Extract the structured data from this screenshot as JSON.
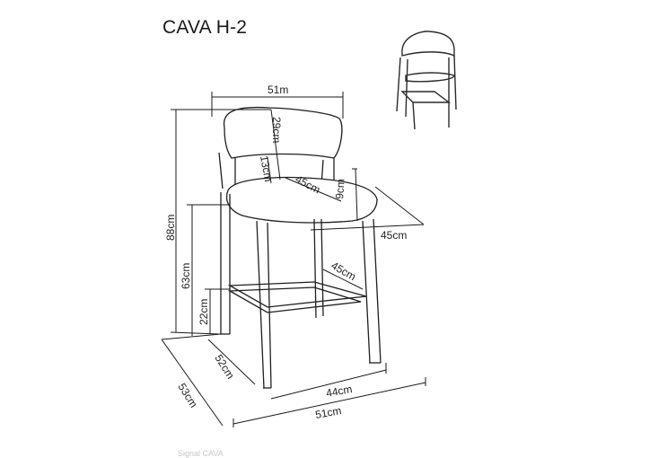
{
  "title": "CAVA H-2",
  "dimensions": {
    "width_top": "51m",
    "backrest_height": "29cm",
    "backrest_gap": "13cm",
    "seat_depth_inner": "45cm",
    "seat_thickness": "9cm",
    "seat_width": "45cm",
    "footrest_depth": "45cm",
    "total_height": "88cm",
    "seat_height": "63cm",
    "footrest_height": "22cm",
    "depth_inner": "52cm",
    "depth_total": "53cm",
    "width_inner": "44cm",
    "width_total": "51cm"
  },
  "watermark": "Signal CAVA"
}
